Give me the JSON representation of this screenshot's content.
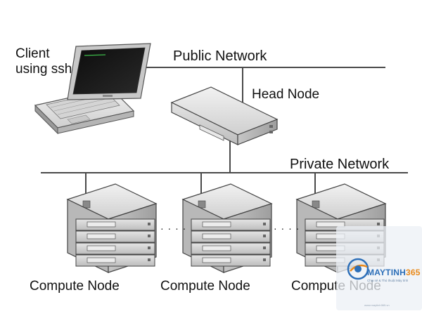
{
  "diagram": {
    "client_label_line1": "Client",
    "client_label_line2": "using ssh",
    "public_network_label": "Public Network",
    "head_node_label": "Head Node",
    "private_network_label": "Private Network",
    "compute_nodes": [
      {
        "label": "Compute Node"
      },
      {
        "label": "Compute Node"
      },
      {
        "label": "Compute Node"
      }
    ],
    "ellipsis": "· · · ·"
  },
  "watermark": {
    "brand_text": "MAYTINH",
    "brand_number": "365",
    "tagline": "Chia sẻ & Thủ thuật Máy tính",
    "url": "www.maytinh365.vn",
    "brand_color": "#2d6fb8",
    "accent_color": "#e98a1c"
  }
}
